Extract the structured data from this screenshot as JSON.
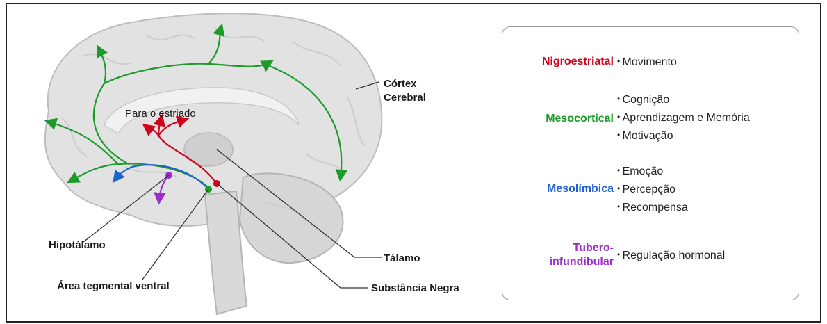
{
  "labels": {
    "cortex_line1": "Córtex",
    "cortex_line2": "Cerebral",
    "striatum": "Para o estriado",
    "hypothalamus": "Hipotálamo",
    "vta": "Área tegmental ventral",
    "thalamus": "Tálamo",
    "substantia_nigra": "Substância Negra"
  },
  "colors": {
    "nigrostriatal": "#d0021b",
    "mesocortical": "#1e9a2a",
    "mesolimbic": "#1f63d1",
    "tuberoinfundibular": "#9b2fc9"
  },
  "pathways": [
    {
      "key": "nigrostriatal",
      "name_lines": [
        "Nigroestriatal"
      ],
      "color": "#d0021b",
      "effects": [
        "Movimento"
      ]
    },
    {
      "key": "mesocortical",
      "name_lines": [
        "Mesocortical"
      ],
      "color": "#1e9a2a",
      "effects": [
        "Cognição",
        "Aprendizagem e Memória",
        "Motivação"
      ]
    },
    {
      "key": "mesolimbic",
      "name_lines": [
        "Mesolímbica"
      ],
      "color": "#1f63d1",
      "effects": [
        "Emoção",
        "Percepção",
        "Recompensa"
      ]
    },
    {
      "key": "tuberoinfundibular",
      "name_lines": [
        "Tubero-",
        "infundibular"
      ],
      "color": "#9b2fc9",
      "effects": [
        "Regulação hormonal"
      ]
    }
  ]
}
